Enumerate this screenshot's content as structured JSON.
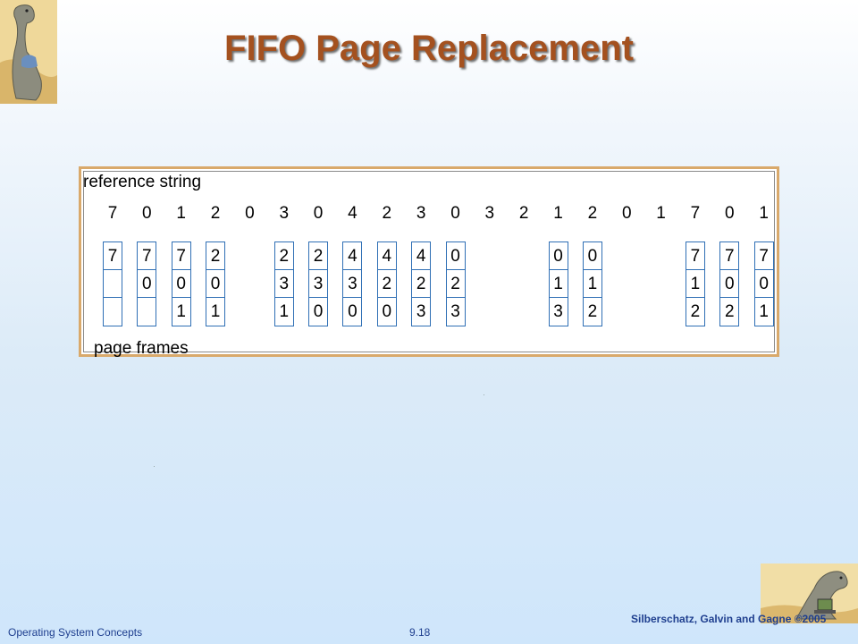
{
  "slide": {
    "title": "FIFO Page Replacement"
  },
  "diagram": {
    "reference_label": "reference string",
    "frames_label": "page frames",
    "reference_string": [
      "7",
      "0",
      "1",
      "2",
      "0",
      "3",
      "0",
      "4",
      "2",
      "3",
      "0",
      "3",
      "2",
      "1",
      "2",
      "0",
      "1",
      "7",
      "0",
      "1"
    ],
    "frames": [
      {
        "ref_index": 0,
        "cells": [
          "7",
          "",
          ""
        ]
      },
      {
        "ref_index": 1,
        "cells": [
          "7",
          "0",
          ""
        ]
      },
      {
        "ref_index": 2,
        "cells": [
          "7",
          "0",
          "1"
        ]
      },
      {
        "ref_index": 3,
        "cells": [
          "2",
          "0",
          "1"
        ]
      },
      {
        "ref_index": 5,
        "cells": [
          "2",
          "3",
          "1"
        ]
      },
      {
        "ref_index": 6,
        "cells": [
          "2",
          "3",
          "0"
        ]
      },
      {
        "ref_index": 7,
        "cells": [
          "4",
          "3",
          "0"
        ]
      },
      {
        "ref_index": 8,
        "cells": [
          "4",
          "2",
          "0"
        ]
      },
      {
        "ref_index": 9,
        "cells": [
          "4",
          "2",
          "3"
        ]
      },
      {
        "ref_index": 10,
        "cells": [
          "0",
          "2",
          "3"
        ]
      },
      {
        "ref_index": 13,
        "cells": [
          "0",
          "1",
          "3"
        ]
      },
      {
        "ref_index": 14,
        "cells": [
          "0",
          "1",
          "2"
        ]
      },
      {
        "ref_index": 17,
        "cells": [
          "7",
          "1",
          "2"
        ]
      },
      {
        "ref_index": 18,
        "cells": [
          "7",
          "0",
          "2"
        ]
      },
      {
        "ref_index": 19,
        "cells": [
          "7",
          "0",
          "1"
        ]
      }
    ]
  },
  "footer": {
    "left": "Operating System Concepts",
    "center": "9.18",
    "right": "Silberschatz, Galvin and Gagne ©2005"
  },
  "colors": {
    "title": "#a4511f",
    "panel_border": "#d9a96b",
    "frame_border": "#2f6fb5",
    "footer_text": "#1f3f8f"
  },
  "icons": {
    "top_left": "dinosaur-logo-icon",
    "bottom_right": "dinosaur-laptop-icon"
  }
}
